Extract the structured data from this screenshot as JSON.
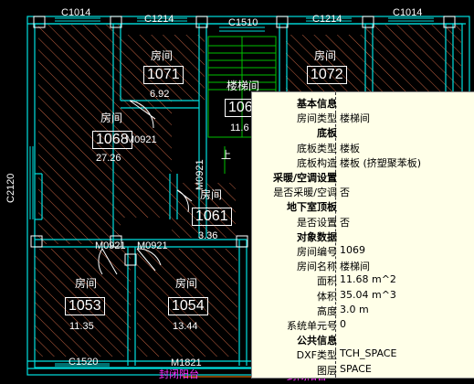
{
  "windows": {
    "top": [
      "C1014",
      "C1214",
      "C1510",
      "C1214",
      "C1014"
    ],
    "left": "C2120",
    "bottom": [
      "C1520",
      "M1821"
    ]
  },
  "doors": [
    "M0921",
    "M0921",
    "M0921",
    "M0921"
  ],
  "rooms": [
    {
      "name": "房间",
      "number": "1071",
      "area": "6.92"
    },
    {
      "name": "房间",
      "number": "1068",
      "area": "27.26"
    },
    {
      "name": "楼梯间",
      "number": "106",
      "area": "11.6"
    },
    {
      "name": "房间",
      "number": "1072",
      "area": ""
    },
    {
      "name": "房间",
      "number": "1061",
      "area": "3.36"
    },
    {
      "name": "房间",
      "number": "1053",
      "area": "11.35"
    },
    {
      "name": "房间",
      "number": "1054",
      "area": "13.44"
    }
  ],
  "stair_marker": "上",
  "balcony_labels": [
    "封闭阳台",
    "封闭阳台"
  ],
  "properties": [
    {
      "key": "基本信息",
      "value": "",
      "category": true
    },
    {
      "key": "房间类型",
      "value": "楼梯间",
      "category": false
    },
    {
      "key": "底板",
      "value": "",
      "category": true
    },
    {
      "key": "底板类型",
      "value": "楼板",
      "category": false
    },
    {
      "key": "底板构造",
      "value": "楼板 (挤塑聚苯板)",
      "category": false
    },
    {
      "key": "采暖/空调设置",
      "value": "",
      "category": true
    },
    {
      "key": "是否采暖/空调",
      "value": "否",
      "category": false
    },
    {
      "key": "地下室顶板",
      "value": "",
      "category": true
    },
    {
      "key": "是否设置",
      "value": "否",
      "category": false
    },
    {
      "key": "对象数据",
      "value": "",
      "category": true
    },
    {
      "key": "房间编号",
      "value": "1069",
      "category": false
    },
    {
      "key": "房间名称",
      "value": "楼梯间",
      "category": false
    },
    {
      "key": "面积",
      "value": "11.68 m^2",
      "category": false
    },
    {
      "key": "体积",
      "value": "35.04 m^3",
      "category": false
    },
    {
      "key": "高度",
      "value": "3.0 m",
      "category": false
    },
    {
      "key": "系统单元号",
      "value": "0",
      "category": false
    },
    {
      "key": "公共信息",
      "value": "",
      "category": true
    },
    {
      "key": "DXF类型",
      "value": "TCH_SPACE",
      "category": false
    },
    {
      "key": "图层",
      "value": "SPACE",
      "category": false
    }
  ],
  "colors": {
    "background": "#000000",
    "wall": "#00e0e0",
    "room_hatch": "#c06040",
    "stair": "#00c000",
    "balcony_text": "#ff30ff",
    "tooltip_bg": "#ffffe8"
  }
}
